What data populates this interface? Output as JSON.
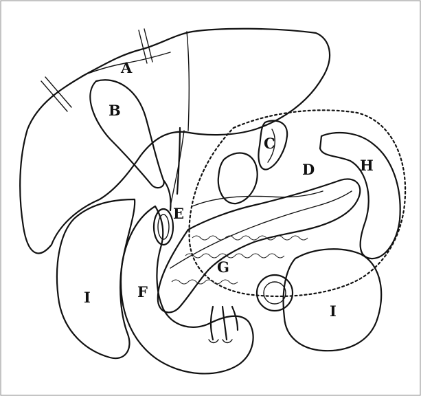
{
  "diagram": {
    "labels": {
      "a": "A",
      "b": "B",
      "c": "C",
      "d": "D",
      "e": "E",
      "f": "F",
      "g": "G",
      "h": "H",
      "i_left": "I",
      "i_right": "I"
    }
  }
}
